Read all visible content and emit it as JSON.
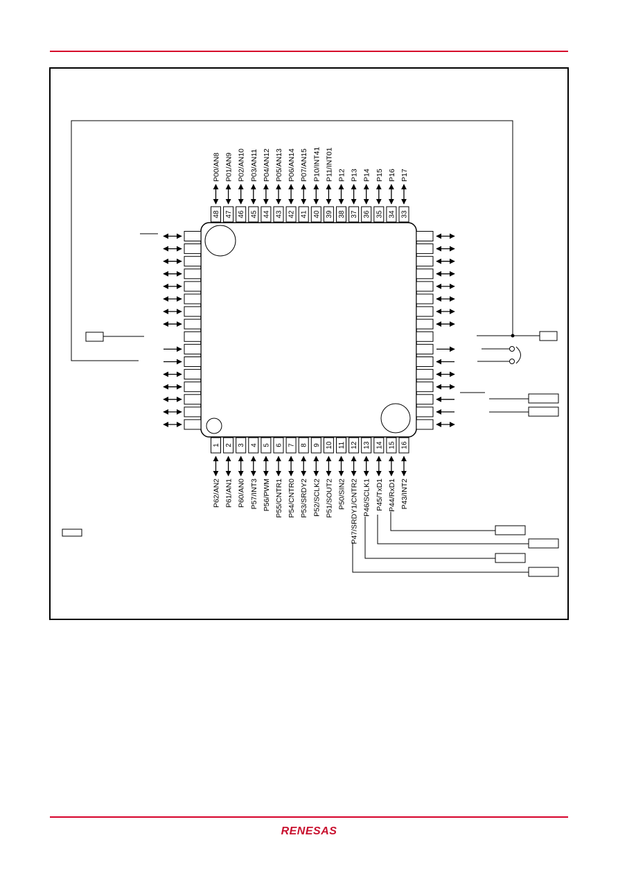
{
  "brand": {
    "logo": "RENESAS",
    "accent_color": "#d6002a"
  },
  "package": {
    "top_pins": [
      {
        "num": "48",
        "label": "P00/AN8"
      },
      {
        "num": "47",
        "label": "P01/AN9"
      },
      {
        "num": "46",
        "label": "P02/AN10"
      },
      {
        "num": "45",
        "label": "P03/AN11"
      },
      {
        "num": "44",
        "label": "P04/AN12"
      },
      {
        "num": "43",
        "label": "P05/AN13"
      },
      {
        "num": "42",
        "label": "P06/AN14"
      },
      {
        "num": "41",
        "label": "P07/AN15"
      },
      {
        "num": "40",
        "label": "P10/INT41"
      },
      {
        "num": "39",
        "label": "P11/INT01"
      },
      {
        "num": "38",
        "label": "P12"
      },
      {
        "num": "37",
        "label": "P13"
      },
      {
        "num": "36",
        "label": "P14"
      },
      {
        "num": "35",
        "label": "P15"
      },
      {
        "num": "34",
        "label": "P16"
      },
      {
        "num": "33",
        "label": "P17"
      }
    ],
    "bottom_pins": [
      {
        "num": "1",
        "label": "P62/AN2"
      },
      {
        "num": "2",
        "label": "P61/AN1"
      },
      {
        "num": "3",
        "label": "P60/AN0"
      },
      {
        "num": "4",
        "label": "P57/INT3"
      },
      {
        "num": "5",
        "label": "P56/PWM"
      },
      {
        "num": "6",
        "label": "P55/CNTR1"
      },
      {
        "num": "7",
        "label": "P54/CNTR0"
      },
      {
        "num": "8",
        "label": "P53/SRDY2"
      },
      {
        "num": "9",
        "label": "P52/SCLK2"
      },
      {
        "num": "10",
        "label": "P51/SOUT2"
      },
      {
        "num": "11",
        "label": "P50/SIN2"
      },
      {
        "num": "12",
        "label": "P47/SRDY1/CNTR2"
      },
      {
        "num": "13",
        "label": "P46/SCLK1"
      },
      {
        "num": "14",
        "label": "P45/TxD1"
      },
      {
        "num": "15",
        "label": "P44/RxD1"
      },
      {
        "num": "16",
        "label": "P43/INT2"
      }
    ],
    "left_pin_count": 16,
    "right_pin_count": 16
  }
}
